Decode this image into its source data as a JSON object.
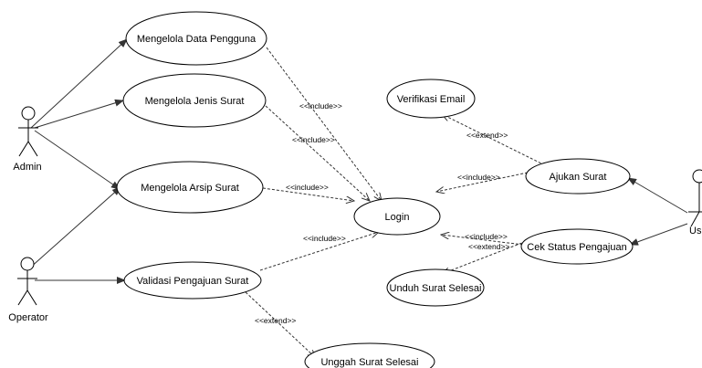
{
  "actors": {
    "admin": "Admin",
    "operator": "Operator",
    "user": "User"
  },
  "use_cases": {
    "data_pengguna": "Mengelola Data Pengguna",
    "jenis_surat": "Mengelola Jenis Surat",
    "arsip_surat": "Mengelola Arsip Surat",
    "validasi": "Validasi Pengajuan Surat",
    "login": "Login",
    "verifikasi_email": "Verifikasi Email",
    "ajukan_surat": "Ajukan Surat",
    "cek_status": "Cek Status Pengajuan",
    "unduh_surat": "Unduh Surat Selesai",
    "unggah_surat": "Unggah Surat Selesai"
  },
  "relations": {
    "include": "<<include>>",
    "extend": "<<extend>>"
  }
}
